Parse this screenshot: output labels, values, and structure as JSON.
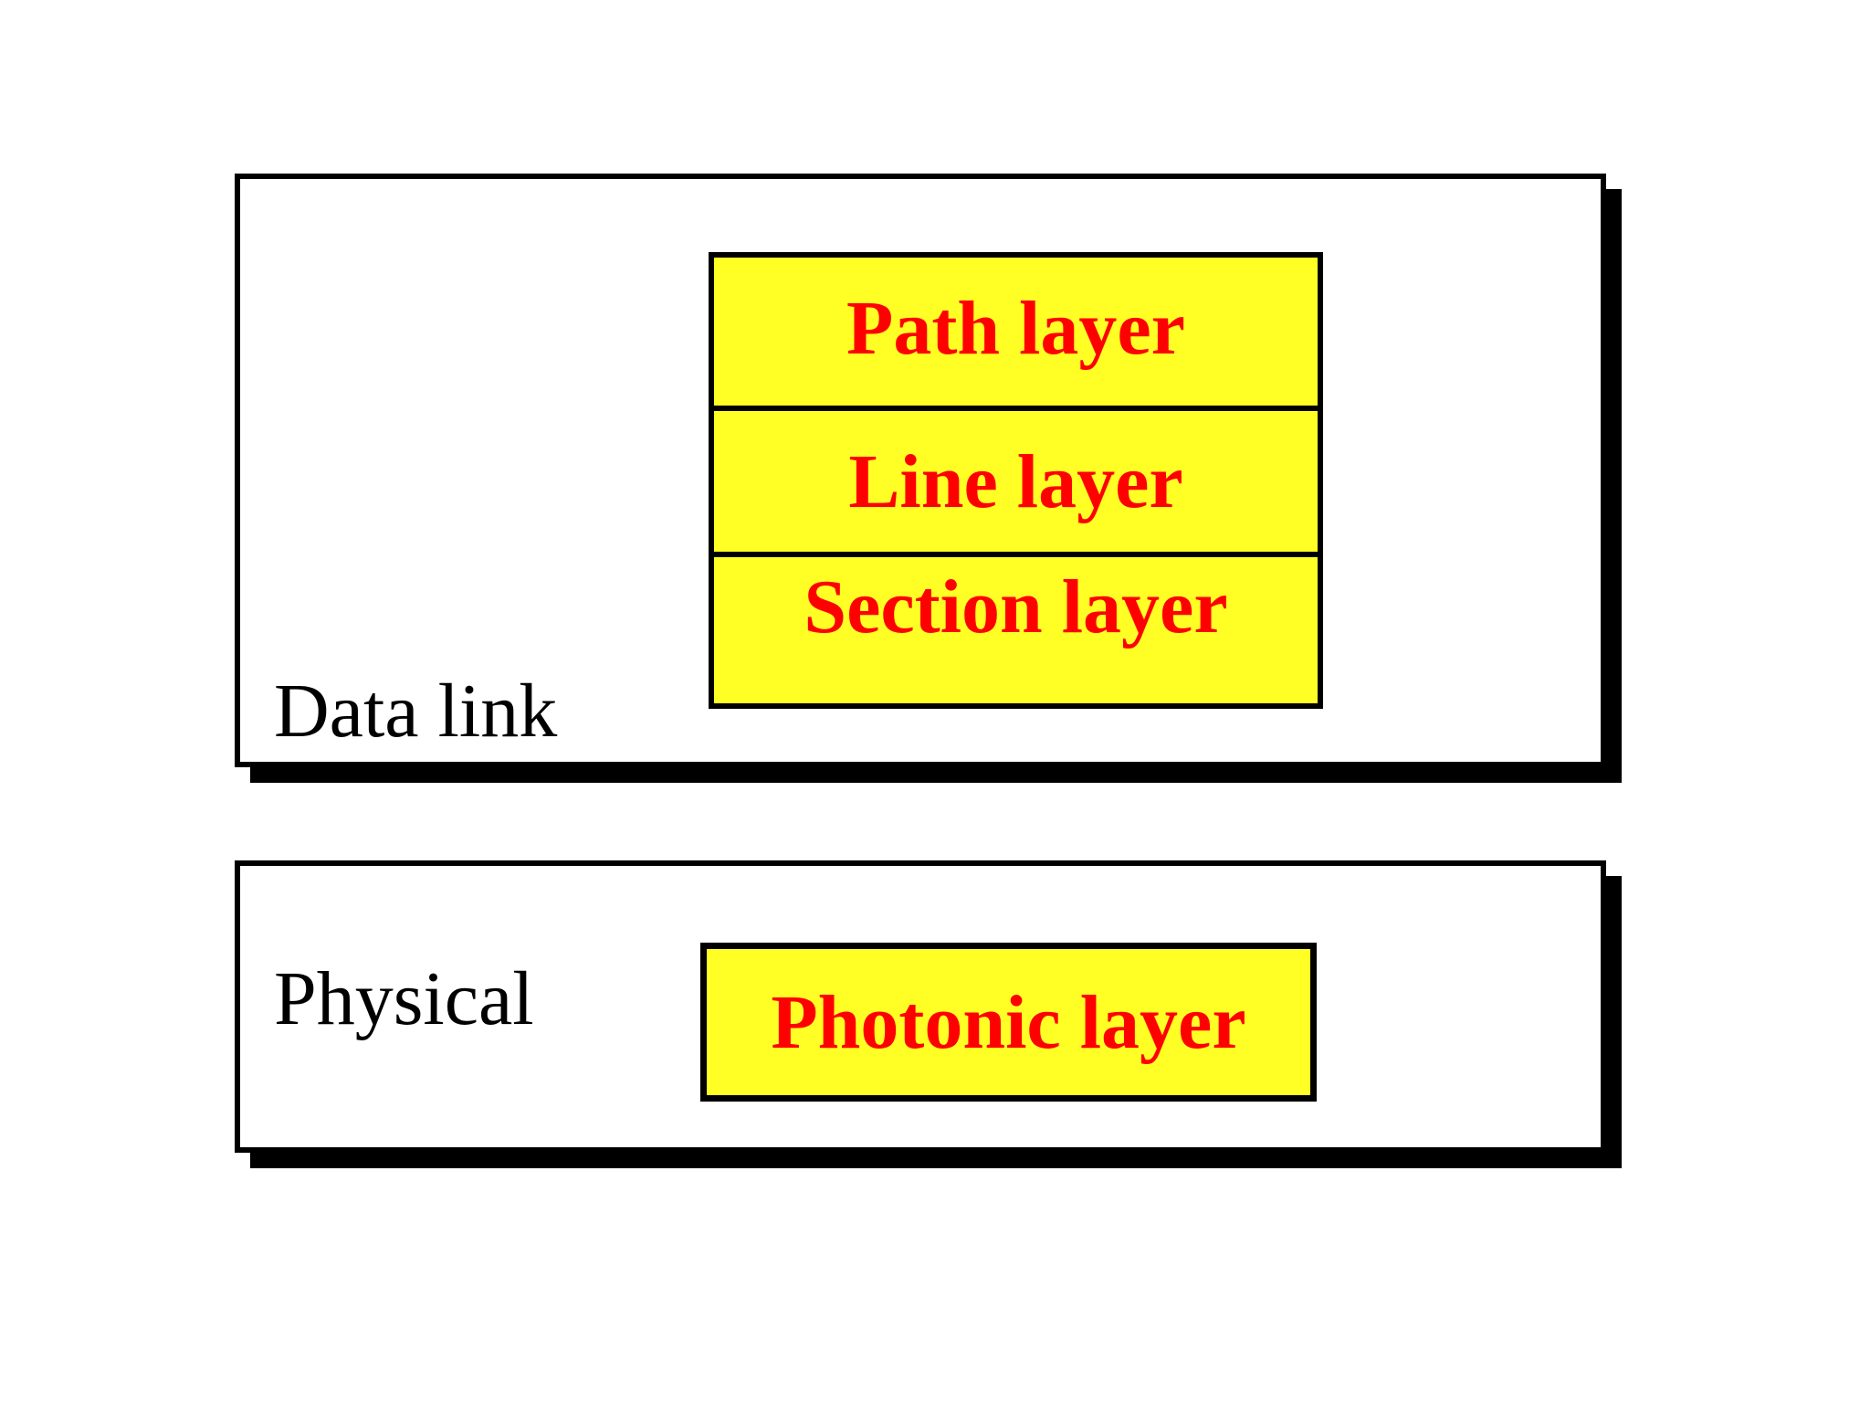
{
  "colors": {
    "layer_fill": "#ffff26",
    "layer_text": "#ff0000",
    "border": "#000000",
    "background": "#ffffff"
  },
  "data_link": {
    "label": "Data link",
    "layers": [
      "Path layer",
      "Line layer",
      "Section layer"
    ]
  },
  "physical": {
    "label": "Physical",
    "layers": [
      "Photonic layer"
    ]
  }
}
